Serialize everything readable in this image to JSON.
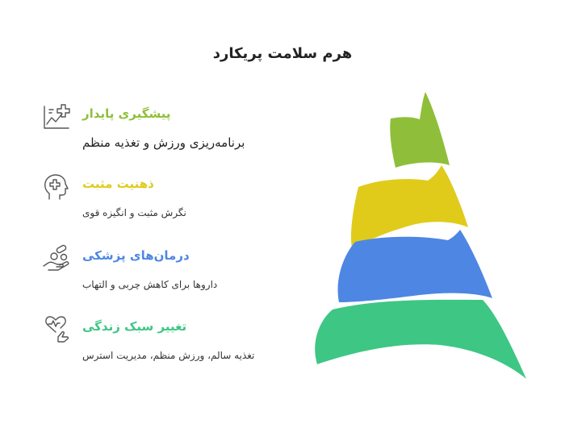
{
  "title": "هرم سلامت پریکارد",
  "colors": {
    "green_light": "#8fbf3a",
    "yellow": "#e0cb1b",
    "blue": "#4e86e4",
    "green": "#3ec685",
    "icon_gray": "#555555"
  },
  "items": [
    {
      "heading": "پیشگیری پایدار",
      "description": "برنامه‌ریزی ورزش و تغذیه منظم",
      "icon": "chart-plus-icon",
      "color": "#8fbf3a"
    },
    {
      "heading": "ذهنیت مثبت",
      "description": "نگرش مثبت و انگیزه قوی",
      "icon": "head-plus-icon",
      "color": "#e0cb1b"
    },
    {
      "heading": "درمان‌های پزشکی",
      "description": "داروها برای کاهش چربی و التهاب",
      "icon": "hand-pills-icon",
      "color": "#4e86e4"
    },
    {
      "heading": "تغییر سبک زندگی",
      "description": "تغذیه سالم، ورزش منظم، مدیریت استرس",
      "icon": "heart-hand-icon",
      "color": "#3ec685"
    }
  ]
}
